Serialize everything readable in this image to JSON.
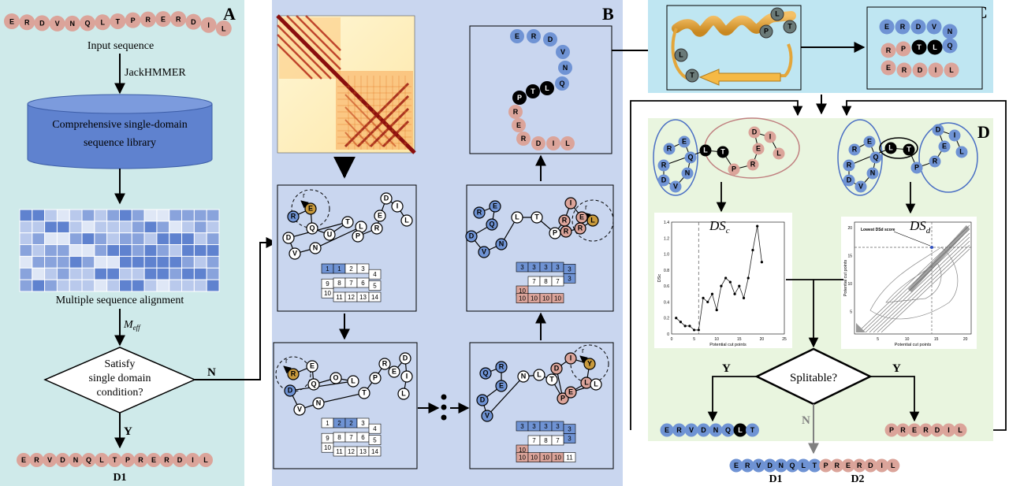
{
  "colors": {
    "panel_a_bg": "#cfeaea",
    "panel_b_bg": "#c9d6ef",
    "panel_c_bg": "#bfe6f2",
    "panel_d_bg": "#e9f5df",
    "bead_red": "#dba49a",
    "bead_blue": "#6f93d4",
    "bead_orange": "#c99a3c",
    "bead_black": "#000000",
    "db_blue": "#5f82cf"
  },
  "panel_a": {
    "label": "A",
    "input_sequence": [
      "E",
      "R",
      "D",
      "V",
      "N",
      "Q",
      "L",
      "T",
      "P",
      "R",
      "E",
      "R",
      "D",
      "I",
      "L"
    ],
    "input_caption": "Input sequence",
    "jackhmmer": "JackHMMER",
    "library_line1": "Comprehensive single-domain",
    "library_line2": "sequence library",
    "msa_caption": "Multiple sequence alignment",
    "meff_main": "M",
    "meff_sub": "eff",
    "decision_line1": "Satisfy",
    "decision_line2": "single domain",
    "decision_line3": "condition?",
    "no_label": "N",
    "yes_label": "Y",
    "output_sequence": [
      "E",
      "R",
      "V",
      "D",
      "N",
      "Q",
      "L",
      "T",
      "P",
      "R",
      "E",
      "R",
      "D",
      "I",
      "L"
    ],
    "output_caption": "D1"
  },
  "panel_b": {
    "label": "B",
    "r_label": "r",
    "grid1": [
      "1",
      "1",
      "2",
      "3",
      "4",
      "9",
      "8",
      "7",
      "6",
      "5",
      "10",
      "11",
      "12",
      "13",
      "14"
    ],
    "grid2": [
      "1",
      "2",
      "2",
      "3",
      "4",
      "9",
      "8",
      "7",
      "6",
      "5",
      "10",
      "11",
      "12",
      "13",
      "14"
    ],
    "grid3": [
      "3",
      "3",
      "3",
      "3",
      "3",
      "3",
      "7",
      "8",
      "7",
      "10",
      "10",
      "10",
      "10",
      "10"
    ],
    "grid4": [
      "3",
      "3",
      "3",
      "3",
      "3",
      "3",
      "7",
      "8",
      "7",
      "10",
      "10",
      "10",
      "10",
      "10",
      "11"
    ],
    "chain1": [
      "R",
      "E",
      "Q",
      "U",
      "T",
      "D",
      "V",
      "N",
      "L",
      "P",
      "R",
      "E",
      "D",
      "I",
      "L"
    ],
    "final_chain": [
      "E",
      "R",
      "D",
      "V",
      "N",
      "Q",
      "L",
      "T",
      "P",
      "R",
      "E",
      "R",
      "D",
      "I",
      "L"
    ]
  },
  "panel_c": {
    "label": "C",
    "structure_beads": [
      "L",
      "T",
      "P",
      "L",
      "T"
    ],
    "schematic": [
      "E",
      "R",
      "D",
      "V",
      "N",
      "Q",
      "L",
      "T",
      "P",
      "R",
      "E",
      "R",
      "D",
      "I",
      "L"
    ]
  },
  "panel_d": {
    "label": "D",
    "dsc_main": "DS",
    "dsc_sub": "c",
    "dsd_main": "DS",
    "dsd_sub": "d",
    "dsc_plot": {
      "type": "line",
      "xlabel": "Potential cut points",
      "ylabel": "DSc",
      "xlim": [
        0,
        25
      ],
      "ylim": [
        0,
        1.4
      ],
      "xticks": [
        "0",
        "5",
        "10",
        "15",
        "20",
        "25"
      ],
      "yticks": [
        "0",
        "0.2",
        "0.4",
        "0.6",
        "0.8",
        "1.0",
        "1.2",
        "1.4"
      ],
      "x": [
        1,
        2,
        3,
        4,
        5,
        6,
        7,
        8,
        9,
        10,
        11,
        12,
        13,
        14,
        15,
        16,
        17,
        18,
        19,
        20
      ],
      "y": [
        0.2,
        0.15,
        0.1,
        0.1,
        0.05,
        0.05,
        0.45,
        0.4,
        0.5,
        0.3,
        0.6,
        0.7,
        0.65,
        0.5,
        0.6,
        0.45,
        0.7,
        1.05,
        1.35,
        0.9
      ]
    },
    "dsd_plot": {
      "type": "heatmap",
      "xlabel": "Potential cut points",
      "ylabel": "Potential cut points",
      "annotation": "Lowest DSd score",
      "xticks": [
        "5",
        "10",
        "15",
        "20"
      ],
      "yticks": [
        "5",
        "10",
        "15",
        "20"
      ]
    },
    "decision": "Splitable?",
    "yes_left": "Y",
    "yes_right": "Y",
    "no_label": "N",
    "left_result": [
      "E",
      "R",
      "V",
      "D",
      "N",
      "Q",
      "L",
      "T"
    ],
    "right_result": [
      "P",
      "R",
      "E",
      "R",
      "D",
      "I",
      "L"
    ],
    "final_sequence": [
      "E",
      "R",
      "V",
      "D",
      "N",
      "Q",
      "L",
      "T",
      "P",
      "R",
      "E",
      "R",
      "D",
      "I",
      "L"
    ],
    "final_d1": "D1",
    "final_d2": "D2"
  }
}
